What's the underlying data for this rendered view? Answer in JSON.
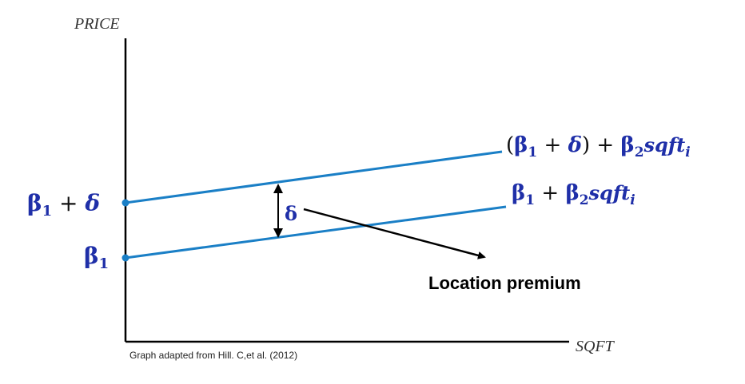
{
  "axes": {
    "y_label": "PRICE",
    "x_label": "SQFT"
  },
  "lines": {
    "upper": {
      "label_open": "(",
      "label_b1": "β",
      "label_b1_sub": "1",
      "label_plus1": " + ",
      "label_delta": "δ",
      "label_close": ")",
      "label_plus2": " + ",
      "label_b2": "β",
      "label_b2_sub": "2",
      "label_var": "sqft",
      "label_var_sub": "i",
      "intercept_b": "β",
      "intercept_sub": "1",
      "intercept_plus": " + ",
      "intercept_delta": "δ"
    },
    "lower": {
      "label_b1": "β",
      "label_b1_sub": "1",
      "label_plus": " + ",
      "label_b2": "β",
      "label_b2_sub": "2",
      "label_var": "sqft",
      "label_var_sub": "i",
      "intercept_b": "β",
      "intercept_sub": "1"
    }
  },
  "gap_label": "δ",
  "annotation": "Location premium",
  "credit": "Graph adapted from Hill. C,et al. (2012)",
  "colors": {
    "line": "#1a7fc6",
    "math": "#1f2fa8",
    "axis": "#000000"
  }
}
